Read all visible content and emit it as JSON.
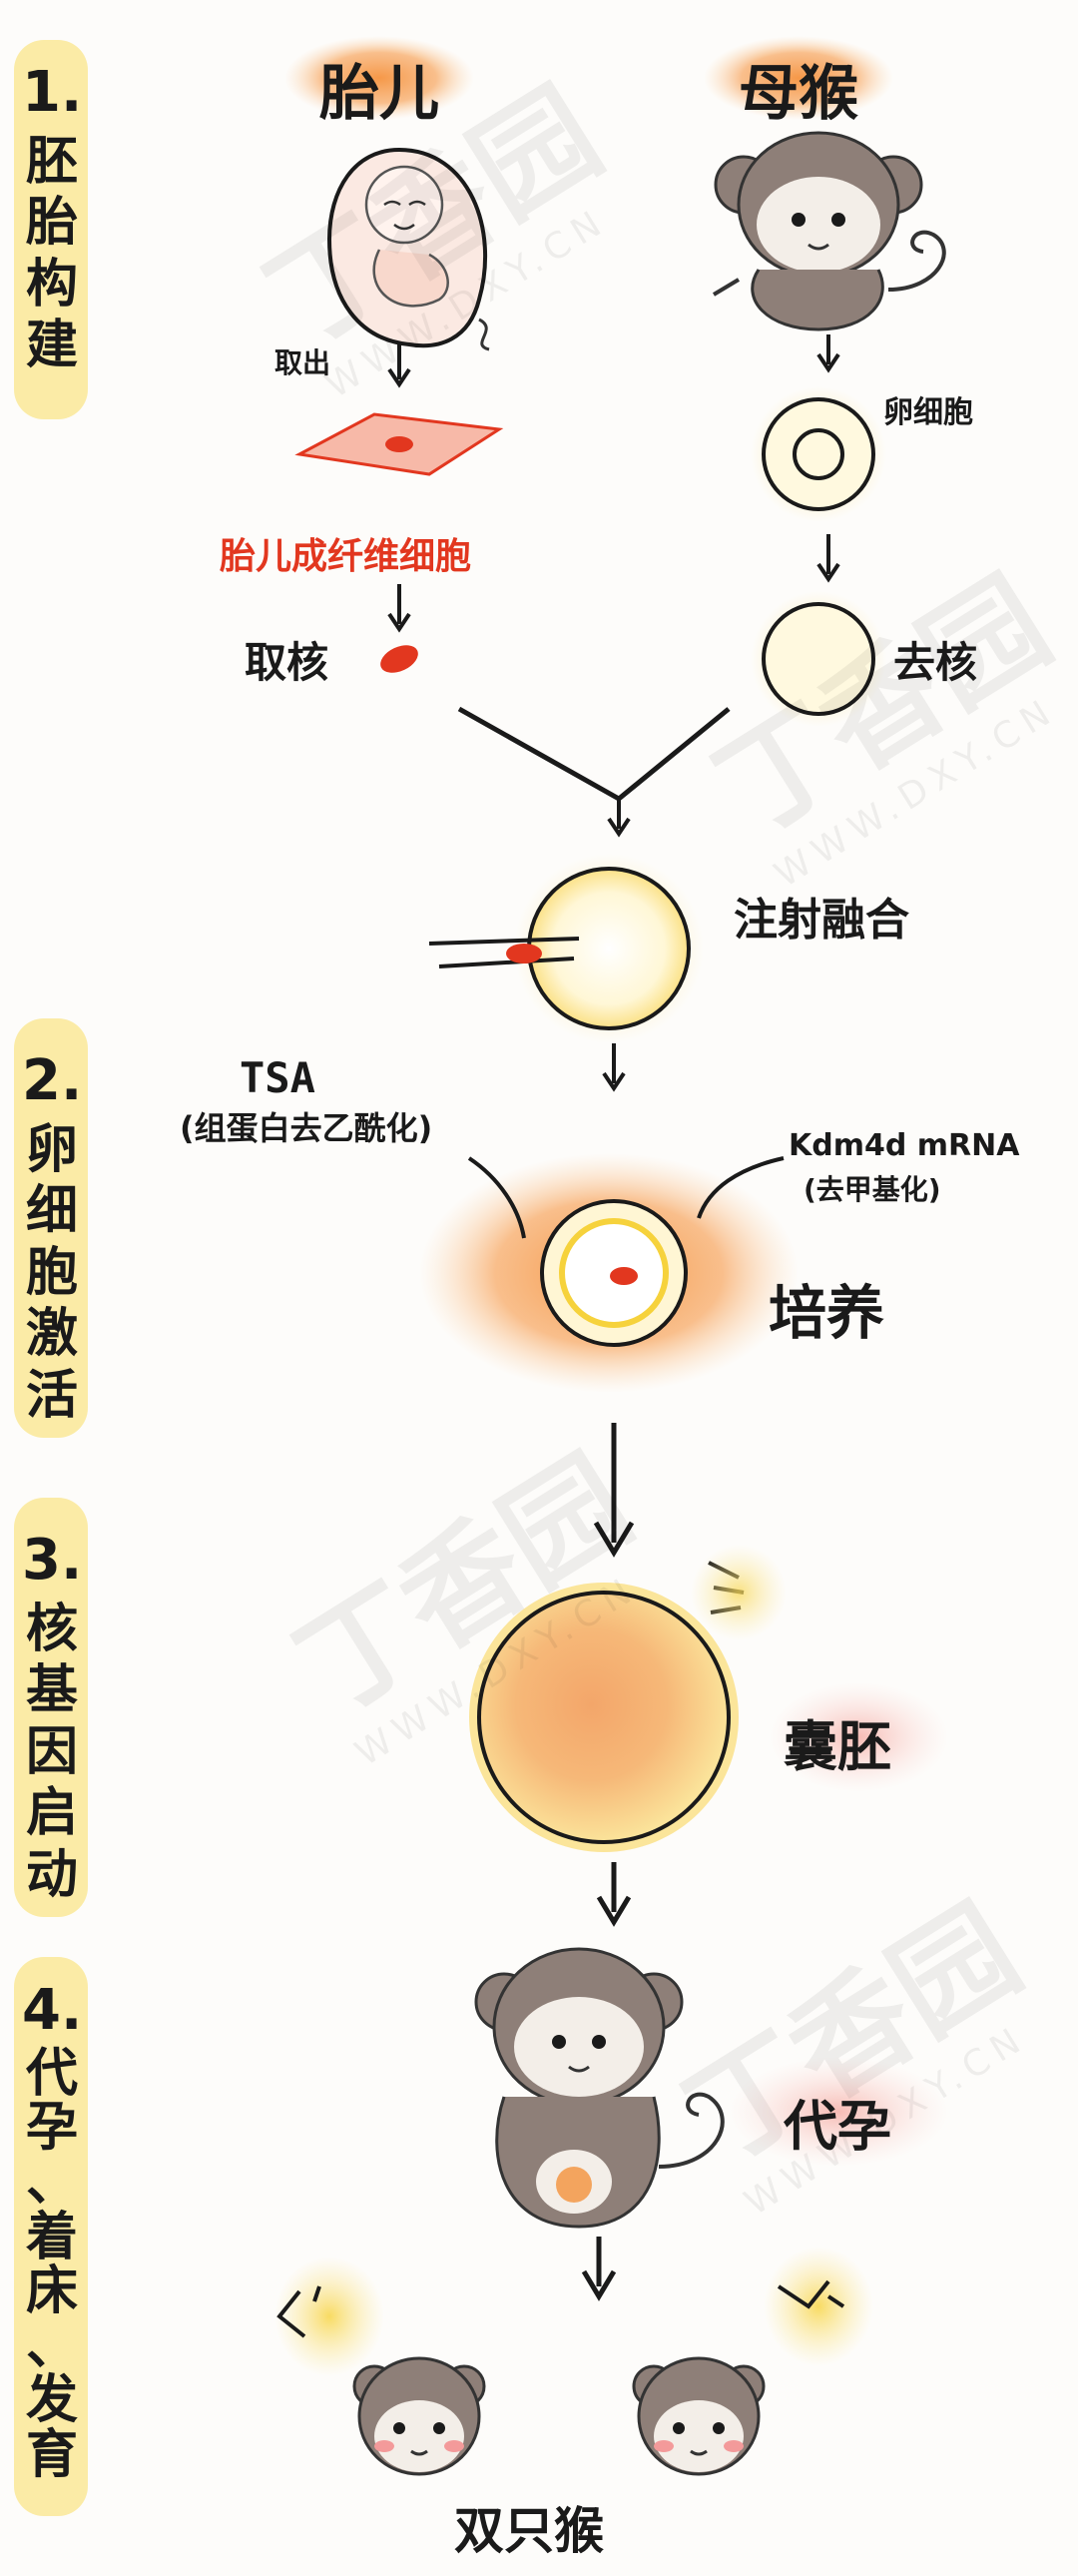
{
  "columns": {
    "fetus": "胎儿",
    "mother": "母猴"
  },
  "steps": [
    {
      "num": "1.",
      "chars": [
        "胚",
        "胎",
        "构",
        "建"
      ]
    },
    {
      "num": "2.",
      "chars": [
        "卵",
        "细",
        "胞",
        "激",
        "活"
      ]
    },
    {
      "num": "3.",
      "chars": [
        "核",
        "基",
        "因",
        "启",
        "动"
      ]
    },
    {
      "num": "4.",
      "chars": [
        "代",
        "孕",
        "、",
        "着",
        "床",
        "、",
        "发",
        "育"
      ]
    }
  ],
  "labels": {
    "take_out": "取出",
    "oocyte": "卵细胞",
    "fibroblast": "胎儿成纤维细胞",
    "take_nucleus": "取核",
    "enucleate": "去核",
    "inject_fuse": "注射融合",
    "tsa": "TSA",
    "tsa_note": "(组蛋白去乙酰化)",
    "kdm": "Kdm4d mRNA",
    "kdm_note": "(去甲基化)",
    "culture": "培养",
    "blastocyst": "囊胚",
    "surrogate": "代孕",
    "twins": "双只猴"
  },
  "watermark": {
    "brand": "丁香园",
    "url": "WWW.DXY.CN"
  },
  "colors": {
    "accent_red": "#e2371f",
    "yellow": "#f6d23c",
    "orange": "#f08c3a",
    "pink": "#f7b7b0",
    "monkey_fur": "#8e7f78",
    "monkey_face": "#f3eee8"
  }
}
